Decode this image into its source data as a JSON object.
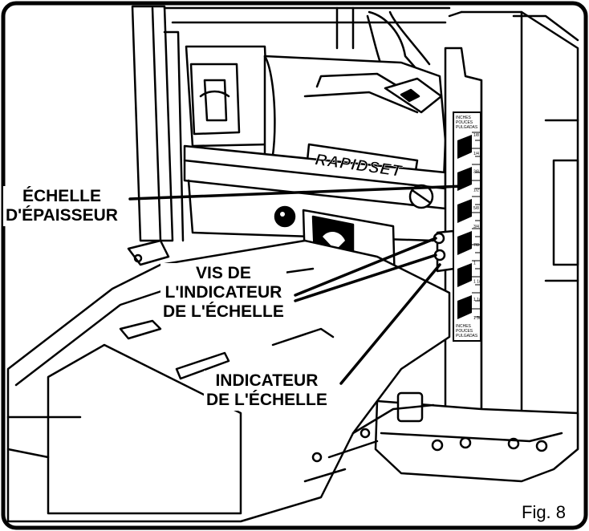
{
  "callouts": {
    "thickness_scale": {
      "line1": "ÉCHELLE",
      "line2": "D'ÉPAISSEUR"
    },
    "indicator_screws": {
      "line1": "VIS DE",
      "line2": "L'INDICATEUR",
      "line3": "DE L'ÉCHELLE"
    },
    "scale_indicator": {
      "line1": "INDICATEUR",
      "line2": "DE L'ÉCHELLE"
    }
  },
  "figure_label": "Fig. 8",
  "brand_logo": "RAPIDSET",
  "scale_header": [
    "INCHES",
    "POUCES",
    "PULGADAS"
  ],
  "scale_footer": [
    "INCHES",
    "POUCES",
    "PULGADAS"
  ],
  "scale_ticks": [
    "1/8",
    "1/4",
    "3/8",
    "1/2",
    "5/8",
    "3/4",
    "7/8",
    "1",
    "1 1/8",
    "1 1/4",
    "1 3/8"
  ]
}
